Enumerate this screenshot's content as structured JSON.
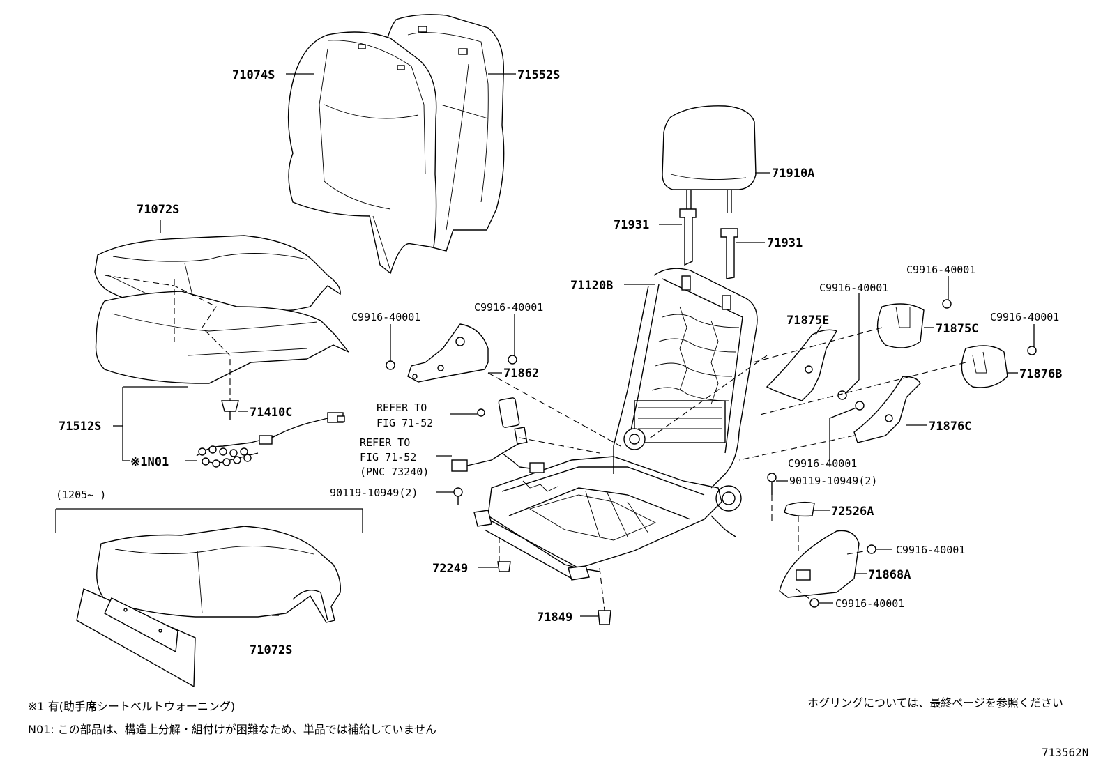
{
  "labels": {
    "p71074S": "71074S",
    "p71552S": "71552S",
    "p71910A": "71910A",
    "p71931a": "71931",
    "p71931b": "71931",
    "p71072S_top": "71072S",
    "p71512S": "71512S",
    "p71410C": "71410C",
    "n01": "※1N01",
    "p71120B": "71120B",
    "c_top_right": "C9916-40001",
    "c_mid": "C9916-40001",
    "p71875E": "71875E",
    "p71875C": "71875C",
    "c_far_right": "C9916-40001",
    "p71876B": "71876B",
    "c_left_bracket": "C9916-40001",
    "c_left_bracket2": "C9916-40001",
    "p71862": "71862",
    "refer1_line1": "REFER TO",
    "refer1_line2": "FIG 71-52",
    "refer2_line1": "REFER TO",
    "refer2_line2": "FIG 71-52",
    "refer2_line3": "(PNC 73240)",
    "bolt_left": "90119-10949(2)",
    "bolt_right": "90119-10949(2)",
    "c_lower_mid": "C9916-40001",
    "p71876C": "71876C",
    "p72526A": "72526A",
    "c_cover_top": "C9916-40001",
    "p71868A": "71868A",
    "c_cover_bottom": "C9916-40001",
    "p72249": "72249",
    "p71849": "71849",
    "p71072S_bottom": "71072S",
    "range": "(1205~     )"
  },
  "notes": {
    "footnote1": "※1  有(助手席シートベルトウォーニング)",
    "footnote2": "N01:  この部品は、構造上分解・組付けが困難なため、単品では補給していません",
    "hog_ring": "ホグリングについては、最終ページを参照ください",
    "figure_id": "713562N"
  }
}
